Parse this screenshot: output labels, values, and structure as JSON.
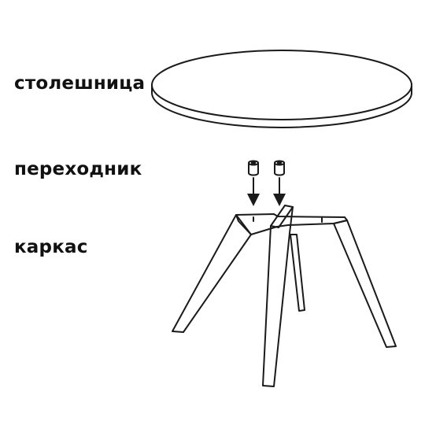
{
  "labels": {
    "tabletop": "столешница",
    "adapter": "переходник",
    "frame": "каркас"
  },
  "colors": {
    "ink": "#1a1a1a",
    "background": "#ffffff"
  }
}
